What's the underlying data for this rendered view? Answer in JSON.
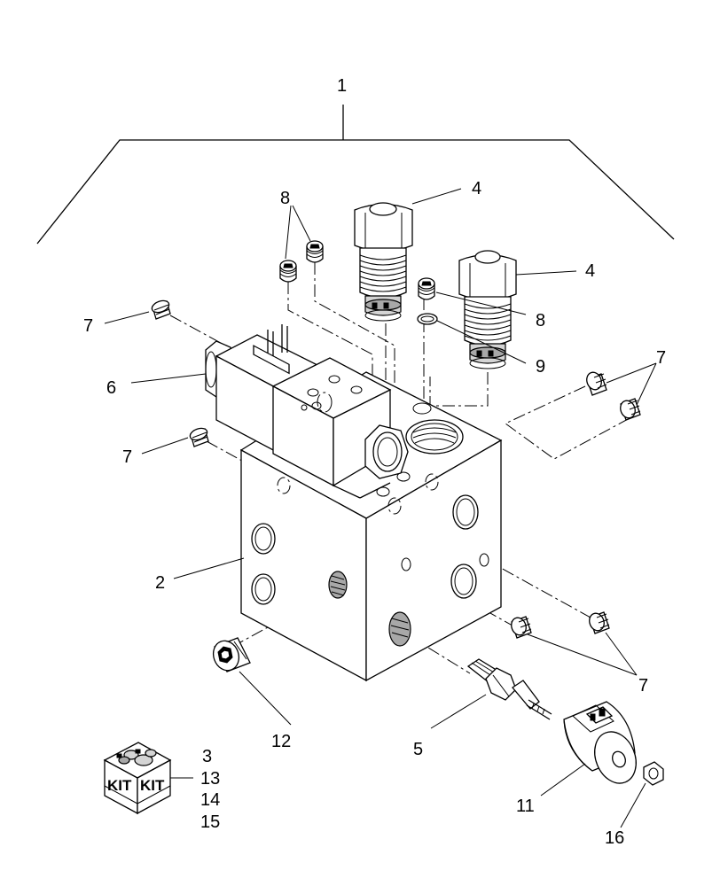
{
  "callouts": {
    "c1": "1",
    "c2": "2",
    "c3": "3",
    "c4a": "4",
    "c4b": "4",
    "c5": "5",
    "c6": "6",
    "c7a": "7",
    "c7b": "7",
    "c7c": "7",
    "c7d": "7",
    "c8a": "8",
    "c8b": "8",
    "c9": "9",
    "c11": "11",
    "c12": "12",
    "c13": "13",
    "c14": "14",
    "c15": "15",
    "c16": "16"
  },
  "kit": {
    "left": "KIT",
    "right": "KIT"
  }
}
